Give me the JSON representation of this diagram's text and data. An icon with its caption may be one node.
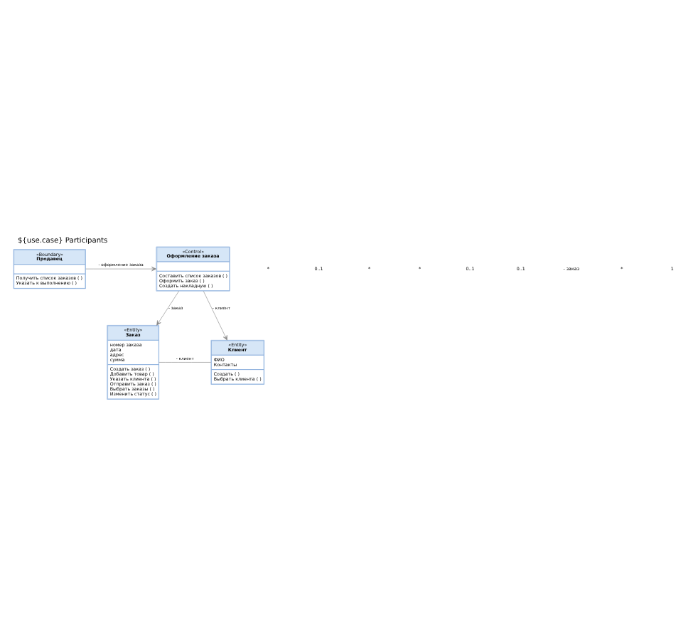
{
  "diagram": {
    "title": "${use.case} Participants",
    "nodes": [
      {
        "text": [
          "«Boundary»",
          "Продавец",
          "Получить список заказов ( )",
          "Указать к выполнению ( )"
        ]
      },
      {
        "text": [
          "«Control»",
          "Оформление заказа",
          "Составить список заказов ( )",
          "Оформить заказ ( )",
          "Создать накладную ( )"
        ]
      },
      {
        "text": [
          "«Entity»",
          "Заказ",
          "номер заказа",
          "дата",
          "адрес",
          "сумма",
          "Создать заказ ( )",
          "Добавить товар ( )",
          "Указать клиента ( )",
          "Отправить заказ ( )",
          "Выбрать заказы ( )",
          "Изменить статус ( )"
        ]
      },
      {
        "text": [
          "«Entity»",
          "Клиент",
          "ФИО",
          "Контакты",
          "Создать ( )",
          "Выбрать клиента ( )"
        ]
      }
    ],
    "edges": [
      {
        "from": 0,
        "to": 1,
        "arrow": "to",
        "label": "- оформление заказа"
      },
      {
        "from": 1,
        "to": 2,
        "arrow": "to",
        "label": "- заказ"
      },
      {
        "from": 1,
        "to": 3,
        "arrow": "to",
        "label": "- клиент"
      },
      {
        "from": 2,
        "to": 3,
        "arrow": "none",
        "label": "- клиент"
      }
    ],
    "labels": [
      "*",
      "0..1",
      "*",
      "*",
      "0..1",
      "0..1",
      "- заказ",
      "*",
      "1"
    ]
  }
}
